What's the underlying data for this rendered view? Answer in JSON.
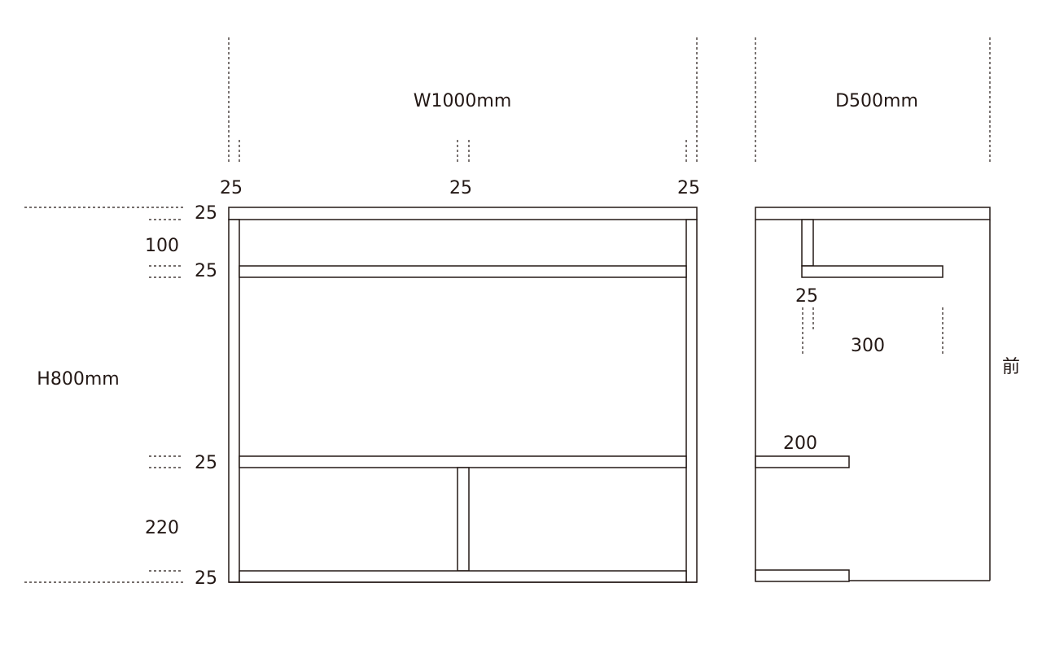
{
  "labels": {
    "width": "W1000mm",
    "depth": "D500mm",
    "height": "H800mm",
    "front": "前",
    "left_side_thickness": "25",
    "divider_thickness": "25",
    "right_side_thickness": "25",
    "top_thickness": "25",
    "upper_gap": "100",
    "upper_shelf_thickness": "25",
    "middle_shelf_thickness": "25",
    "lower_gap": "220",
    "bottom_thickness": "25",
    "side_back_thickness": "25",
    "upper_shelf_depth": "300",
    "lower_shelf_depth": "200"
  }
}
